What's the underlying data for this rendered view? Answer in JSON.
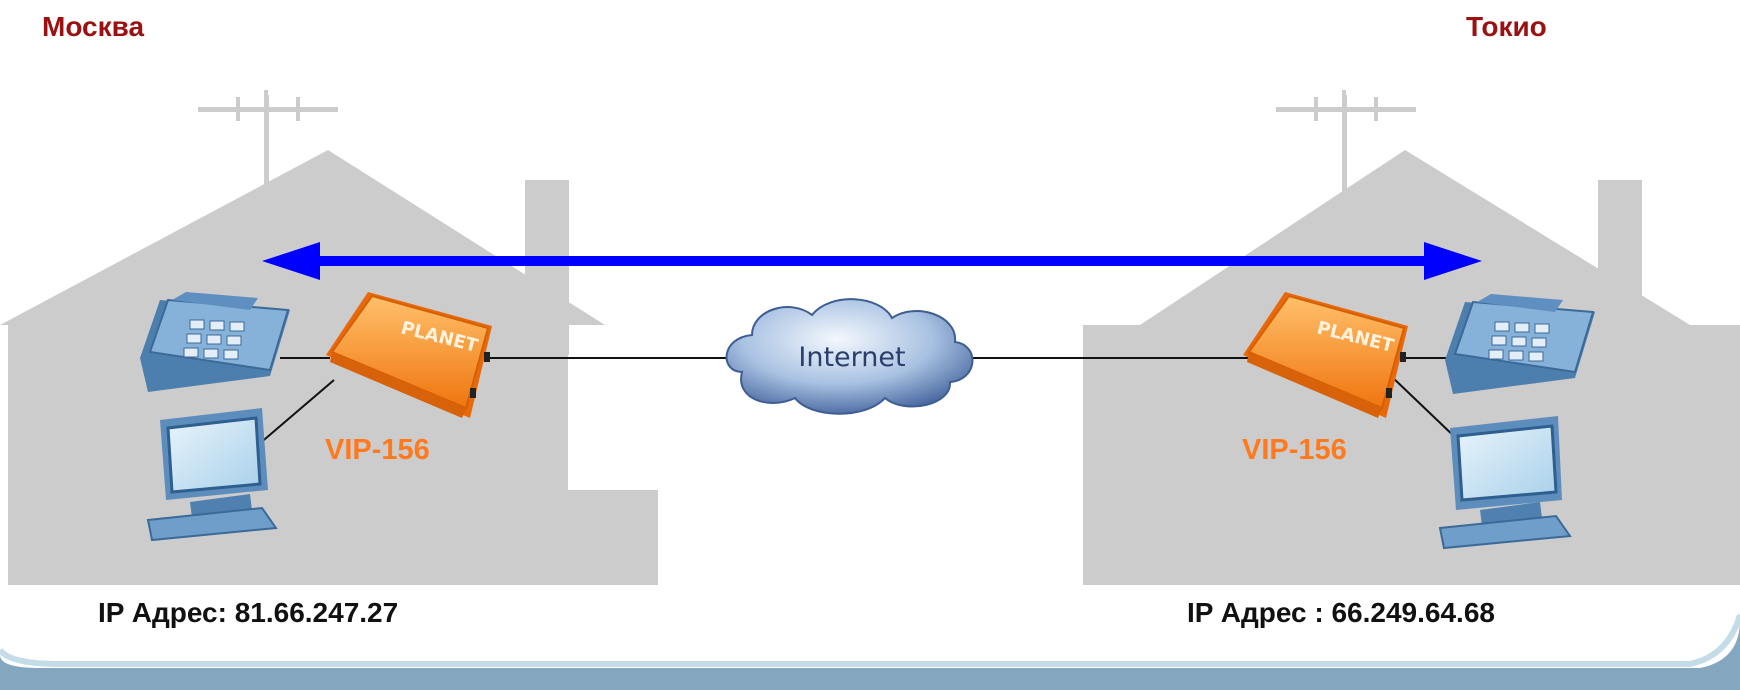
{
  "sites": [
    {
      "city": "Москва",
      "device": "VIP-156",
      "ip_text": "IP Адрес: 81.66.247.27"
    },
    {
      "city": "Токио",
      "device": "VIP-156",
      "ip_text": "IP Адрес : 66.249.64.68"
    }
  ],
  "cloud": {
    "label": "Internet"
  },
  "device_brand": "PLANET",
  "colors": {
    "house": "#cccccc",
    "arrow": "#0000ff",
    "city": "#9b1111",
    "device_label": "#ff7a1f",
    "device_body": "#ff8c1a",
    "phone": "#6e9ec9",
    "cloud": "#7f9fc9",
    "frame": "#8aaec7"
  }
}
